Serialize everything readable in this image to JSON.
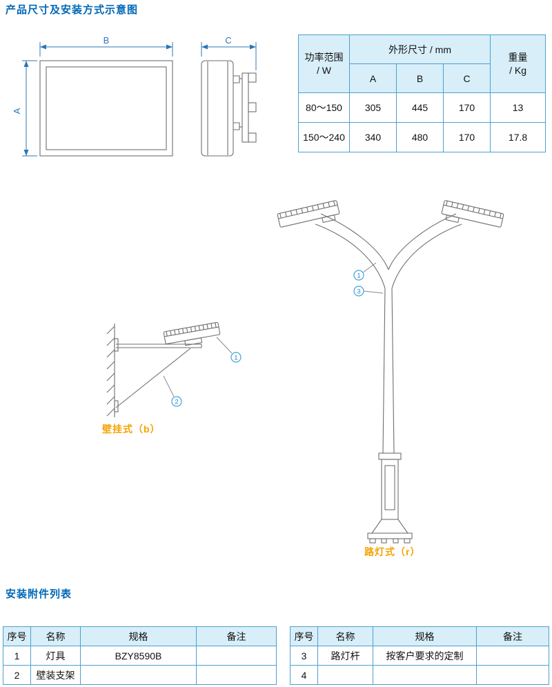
{
  "page": {
    "title": "产品尺寸及安装方式示意图",
    "accessories_title": "安装附件列表"
  },
  "colors": {
    "accent_blue": "#0068B7",
    "dimension_blue": "#2E75B6",
    "label_orange": "#F5A200",
    "table_border": "#4D9FD0",
    "table_header_bg": "#D8EEF9"
  },
  "dims": {
    "a": "A",
    "b": "B",
    "c": "C"
  },
  "spec_table": {
    "header": {
      "power_line1": "功率范围",
      "power_line2": "/ W",
      "dims": "外形尺寸 / mm",
      "col_a": "A",
      "col_b": "B",
      "col_c": "C",
      "weight_line1": "重量",
      "weight_line2": "/ Kg"
    },
    "rows": [
      {
        "power": "80～150",
        "a": "305",
        "b": "445",
        "c": "170",
        "weight": "13"
      },
      {
        "power": "150～240",
        "a": "340",
        "b": "480",
        "c": "170",
        "weight": "17.8"
      }
    ]
  },
  "drawings": {
    "wall_mount_label": "壁挂式（b）",
    "pole_label": "路灯式（r）",
    "callout_1": "1",
    "callout_2": "2",
    "callout_3": "3"
  },
  "accessories": {
    "headers": [
      "序号",
      "名称",
      "规格",
      "备注"
    ],
    "left_rows": [
      {
        "no": "1",
        "name": "灯具",
        "spec": "BZY8590B",
        "remark": ""
      },
      {
        "no": "2",
        "name": "壁装支架",
        "spec": "",
        "remark": ""
      }
    ],
    "right_rows": [
      {
        "no": "3",
        "name": "路灯杆",
        "spec": "按客户要求的定制",
        "remark": ""
      },
      {
        "no": "4",
        "name": "",
        "spec": "",
        "remark": ""
      }
    ]
  }
}
